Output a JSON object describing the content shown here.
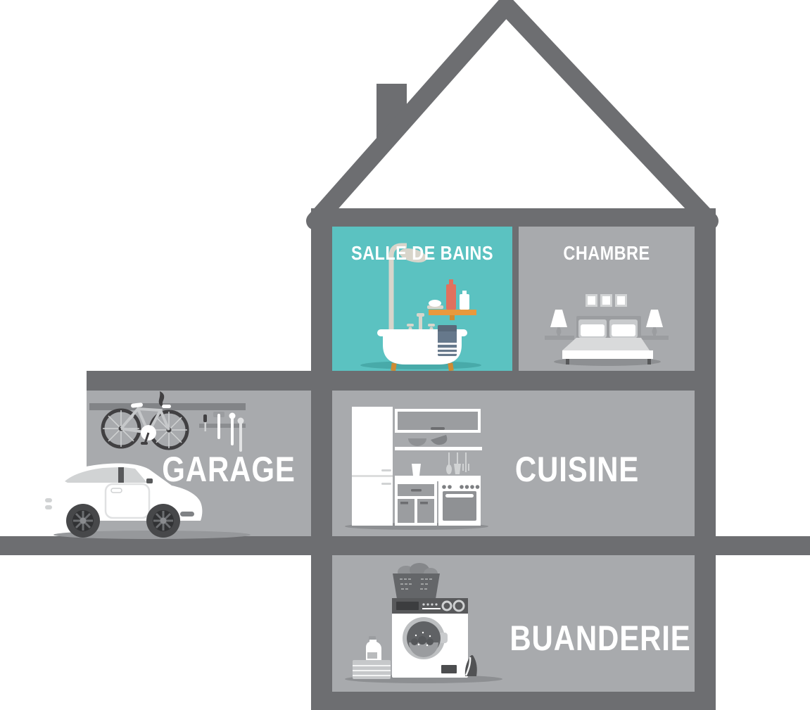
{
  "colors": {
    "structure": "#6d6e71",
    "room": "#a8aaad",
    "accent": "#5bc2c1",
    "label": "#ffffff",
    "white": "#ffffff",
    "light": "#d1d3d4",
    "mid": "#9b9da0",
    "dark": "#414042",
    "panel": "#58595b",
    "shadow-gray": "#8d8f92",
    "shadow-teal": "#48aaa9",
    "orange": "#e8993d",
    "red-orange": "#e0715e",
    "amber": "#cf8b33",
    "slate": "#66788b",
    "beige": "#d8d5cb"
  },
  "rooms": {
    "bathroom": {
      "label": "SALLE DE BAINS"
    },
    "bedroom": {
      "label": "CHAMBRE"
    },
    "garage": {
      "label": "GARAGE"
    },
    "kitchen": {
      "label": "CUISINE"
    },
    "laundry": {
      "label": "BUANDERIE"
    }
  }
}
